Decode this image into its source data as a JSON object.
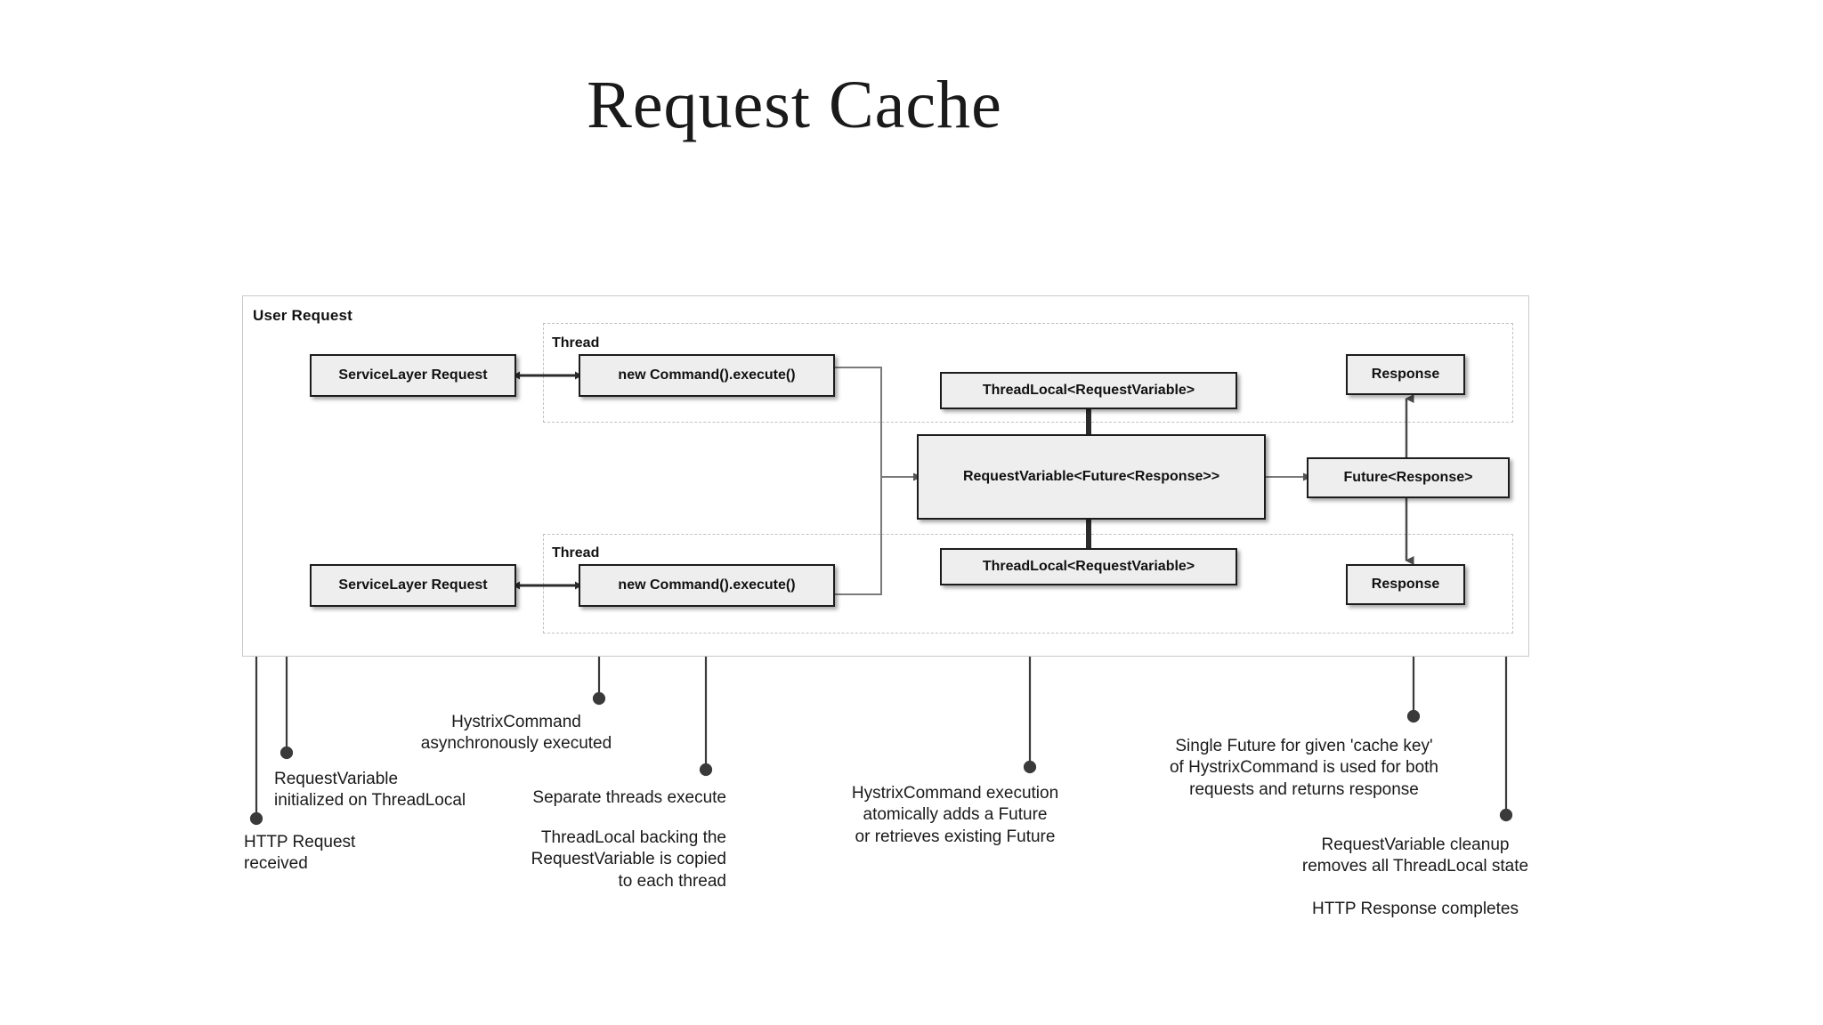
{
  "slide": {
    "title": "Request Cache"
  },
  "diagram": {
    "outer_container_label": "User Request",
    "thread_lane_top_label": "Thread",
    "thread_lane_bottom_label": "Thread",
    "nodes": {
      "service_layer_top": "ServiceLayer Request",
      "command_top": "new Command().execute()",
      "service_layer_bottom": "ServiceLayer Request",
      "command_bottom": "new Command().execute()",
      "threadlocal_top": "ThreadLocal<RequestVariable>",
      "threadlocal_bottom": "ThreadLocal<RequestVariable>",
      "request_variable": "RequestVariable<Future<Response>>",
      "future_response": "Future<Response>",
      "response_top": "Response",
      "response_bottom": "Response"
    },
    "colors": {
      "node_fill": "#eeeeee",
      "node_border": "#1c1c1c",
      "lane_border": "#c2c2c2",
      "outer_border": "#c9c9c9",
      "connector": "#4a4a4a",
      "leader": "#3a3a3a",
      "text": "#1a1a1a"
    }
  },
  "annotations": {
    "http_request": "HTTP Request\nreceived",
    "request_variable_init": "RequestVariable\ninitialized on ThreadLocal",
    "hystrix_async": "HystrixCommand\nasynchronously executed",
    "separate_threads": "Separate threads execute",
    "threadlocal_copied": "ThreadLocal backing the\nRequestVariable is copied\nto each thread",
    "hystrix_execution": "HystrixCommand execution\natomically adds a Future\nor retrieves existing Future",
    "single_future": "Single Future for given 'cache key'\nof HystrixCommand is used for both\nrequests and returns response",
    "request_variable_cleanup": "RequestVariable cleanup\nremoves all ThreadLocal state",
    "http_response": "HTTP Response completes"
  }
}
